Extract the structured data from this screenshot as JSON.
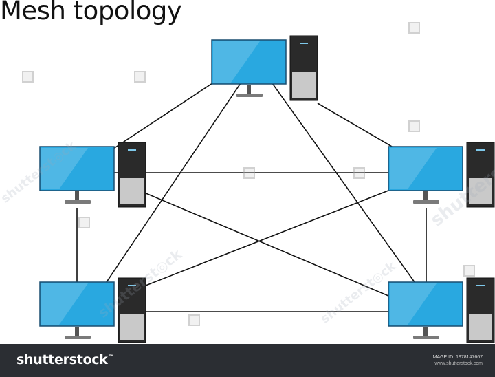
{
  "title": "Mesh topology",
  "nodes": [
    {
      "id": "top",
      "icon": "desktop-computer-icon"
    },
    {
      "id": "left-upper",
      "icon": "desktop-computer-icon"
    },
    {
      "id": "right-upper",
      "icon": "desktop-computer-icon"
    },
    {
      "id": "left-lower",
      "icon": "desktop-computer-icon"
    },
    {
      "id": "right-lower",
      "icon": "desktop-computer-icon"
    }
  ],
  "links": [
    [
      "top",
      "left-upper"
    ],
    [
      "top",
      "right-upper"
    ],
    [
      "top",
      "left-lower"
    ],
    [
      "top",
      "right-lower"
    ],
    [
      "left-upper",
      "right-upper"
    ],
    [
      "left-upper",
      "left-lower"
    ],
    [
      "left-upper",
      "right-lower"
    ],
    [
      "right-upper",
      "left-lower"
    ],
    [
      "right-upper",
      "right-lower"
    ],
    [
      "left-lower",
      "right-lower"
    ]
  ],
  "colors": {
    "monitor_screen": "#29a8e0",
    "monitor_frame": "#1a4e70",
    "tower": "#2a2a2a",
    "link": "#111111",
    "footer": "#2b2e33"
  },
  "footer": {
    "brand": "shutterstock",
    "image_id": "IMAGE ID: 1978147667",
    "site": "www.shutterstock.com"
  }
}
